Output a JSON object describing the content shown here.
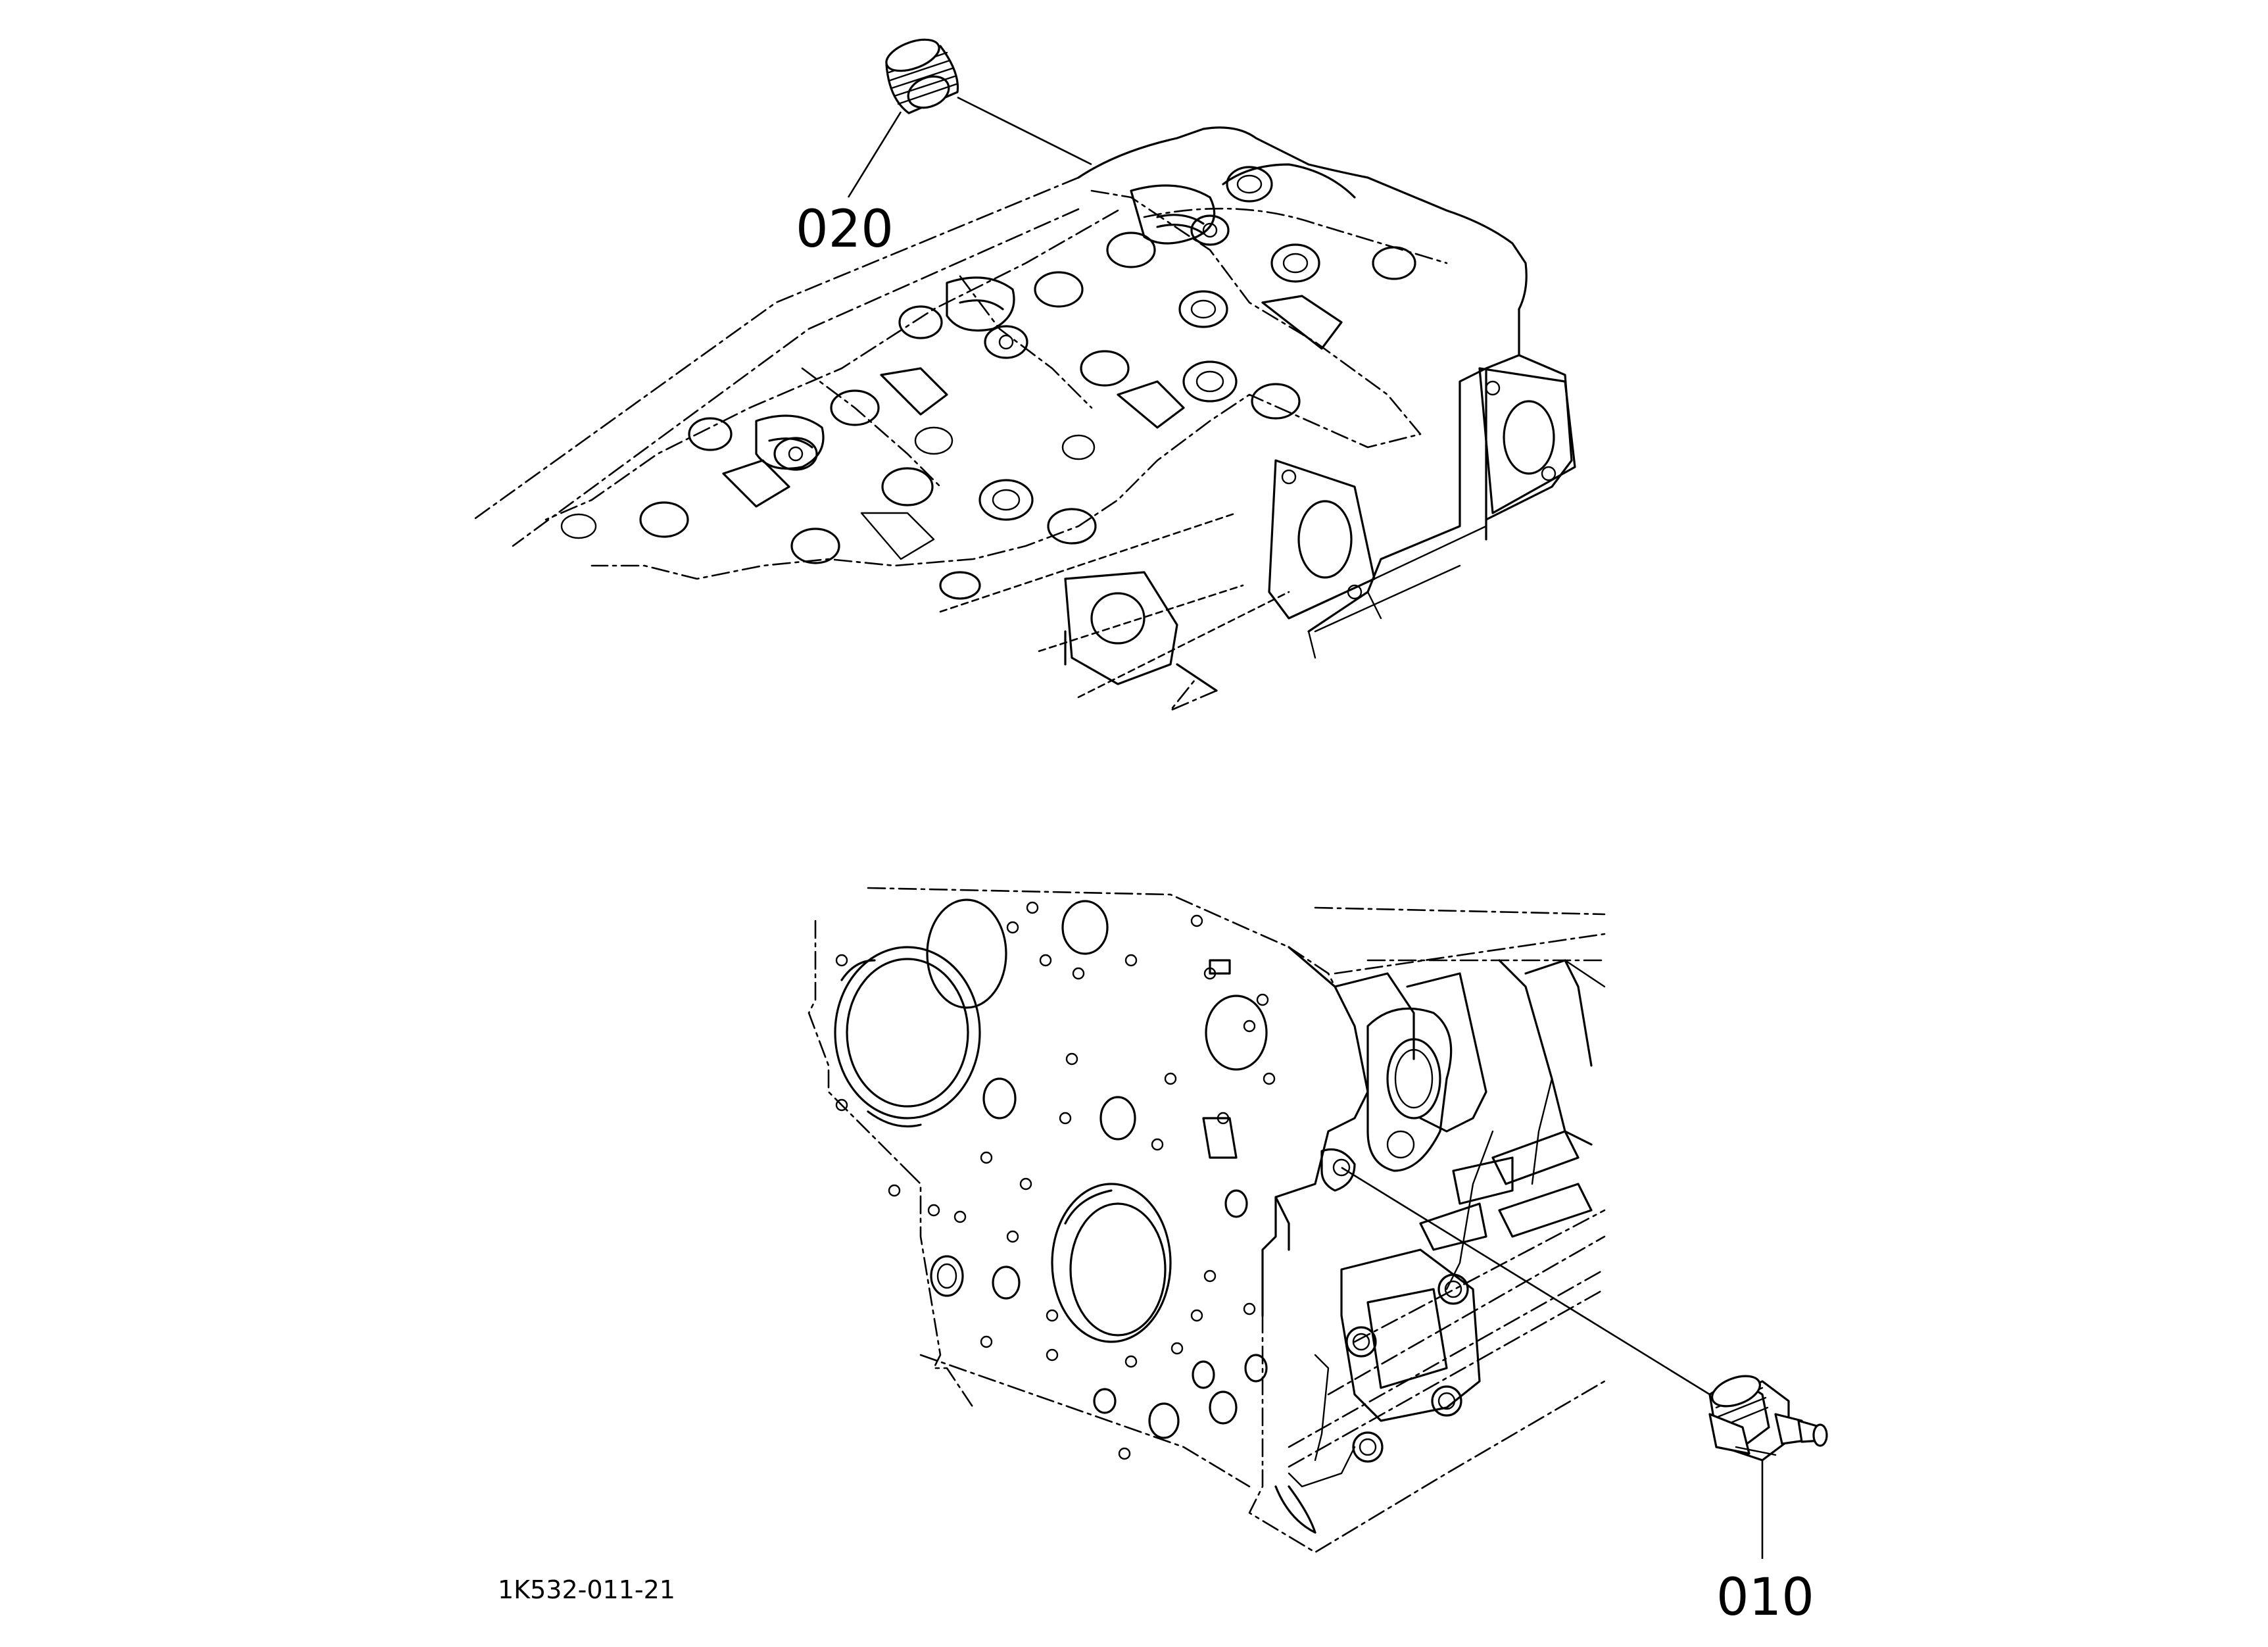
{
  "figure": {
    "type": "exploded parts diagram",
    "background_color": "#ffffff",
    "line_color": "#000000"
  },
  "callouts": [
    {
      "id": "020",
      "label": "020",
      "part": "plug"
    },
    {
      "id": "010",
      "label": "010",
      "part": "switch"
    }
  ],
  "drawing_code": "1K532-011-21",
  "assemblies": [
    {
      "name": "cylinder head",
      "position": "top"
    },
    {
      "name": "crankcase",
      "position": "bottom"
    }
  ]
}
